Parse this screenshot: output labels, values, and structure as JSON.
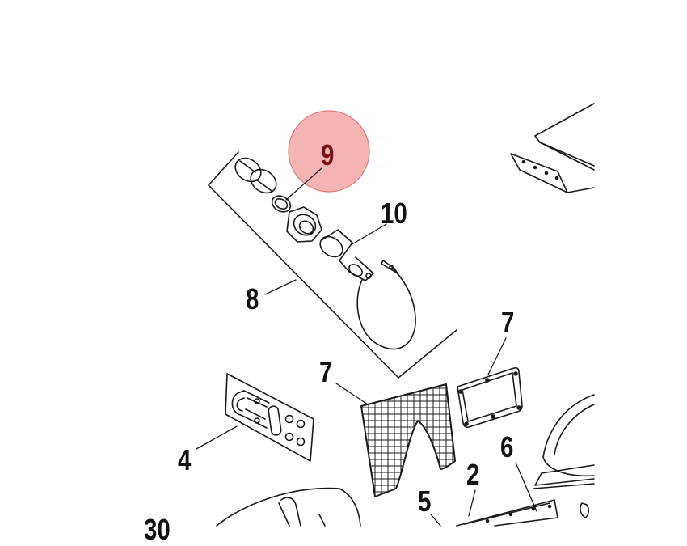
{
  "diagram": {
    "callouts": [
      {
        "id": "9",
        "label": "9",
        "highlighted": true
      },
      {
        "id": "10",
        "label": "10"
      },
      {
        "id": "8",
        "label": "8"
      },
      {
        "id": "7a",
        "label": "7"
      },
      {
        "id": "7b",
        "label": "7"
      },
      {
        "id": "4",
        "label": "4"
      },
      {
        "id": "6",
        "label": "6"
      },
      {
        "id": "2",
        "label": "2"
      },
      {
        "id": "5",
        "label": "5"
      },
      {
        "id": "30",
        "label": "30"
      }
    ]
  },
  "colors": {
    "line": "#1a1a1a",
    "highlight_fill": "#f4a6a6",
    "highlight_stroke": "#e07b7b",
    "highlight_text": "#7a0f12",
    "background": "#ffffff"
  }
}
